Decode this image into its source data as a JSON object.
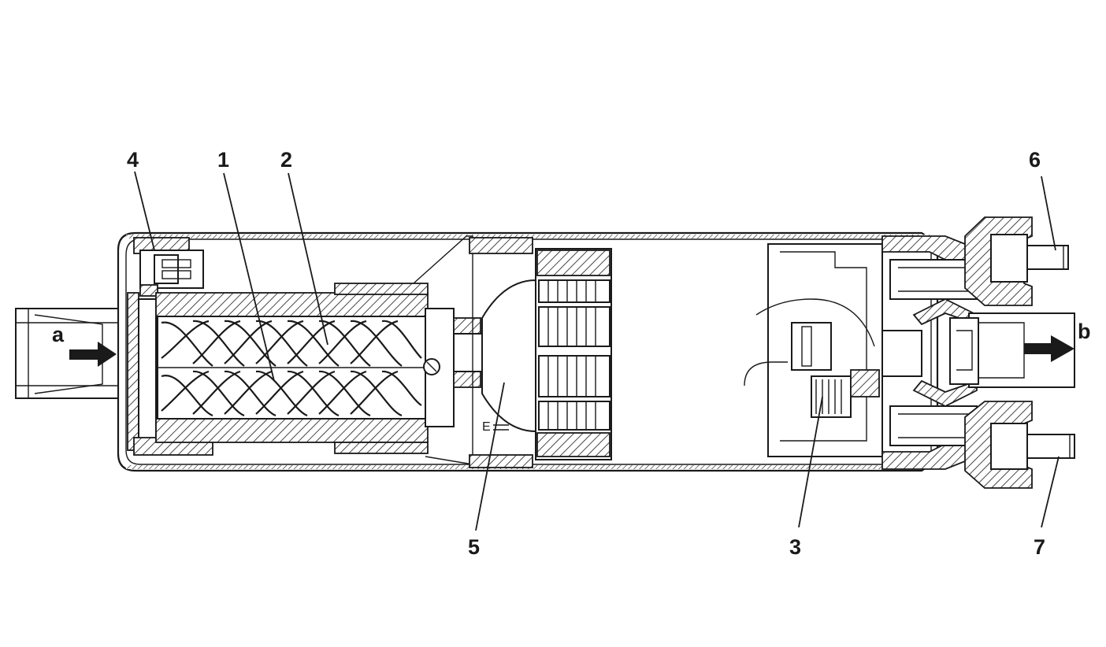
{
  "diagram": {
    "callouts": [
      {
        "id": "c4",
        "text": "4"
      },
      {
        "id": "c1",
        "text": "1"
      },
      {
        "id": "c2",
        "text": "2"
      },
      {
        "id": "c6",
        "text": "6"
      },
      {
        "id": "c5",
        "text": "5"
      },
      {
        "id": "c3",
        "text": "3"
      },
      {
        "id": "c7",
        "text": "7"
      }
    ],
    "flow": {
      "inlet_label": "a",
      "outlet_label": "b"
    },
    "marking": "E"
  }
}
